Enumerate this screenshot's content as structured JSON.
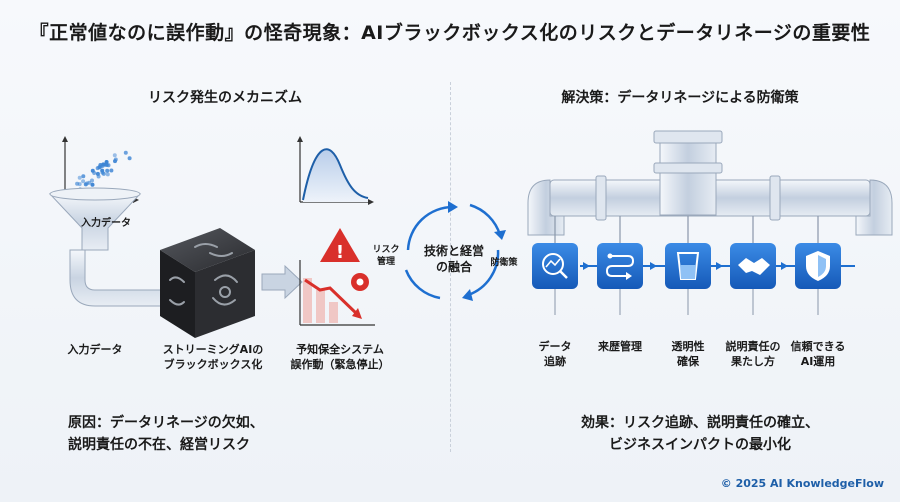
{
  "title": "『正常値なのに誤作動』の怪奇現象：AIブラックボックス化のリスクとデータリネージの重要性",
  "left": {
    "heading": "リスク発生のメカニズム",
    "funnel_label": "入力データ",
    "input_label": "入力データ",
    "blackbox_label_1": "ストリーミングAIの",
    "blackbox_label_2": "ブラックボックス化",
    "system_label_1": "予知保全システム",
    "system_label_2": "誤作動（緊急停止）",
    "cause_1": "原因：データリネージの欠如、",
    "cause_2": "説明責任の不在、経営リスク"
  },
  "cycle": {
    "center_1": "技術と経営",
    "center_2": "の融合",
    "left_1": "リスク",
    "left_2": "管理",
    "right": "防衛策"
  },
  "right": {
    "heading": "解決策：データリネージによる防衛策",
    "steps": [
      {
        "line1": "データ",
        "line2": "追跡",
        "icon": "magnifier-chart-icon"
      },
      {
        "line1": "来歴管理",
        "line2": "",
        "icon": "flow-path-icon"
      },
      {
        "line1": "透明性",
        "line2": "確保",
        "icon": "glass-icon"
      },
      {
        "line1": "説明責任の",
        "line2": "果たし方",
        "icon": "handshake-icon"
      },
      {
        "line1": "信頼できる",
        "line2": "AI運用",
        "icon": "shield-check-icon"
      }
    ],
    "effect_1": "効果：リスク追跡、説明責任の確立、",
    "effect_2": "ビジネスインパクトの最小化"
  },
  "copyright": "© 2025 AI KnowledgeFlow",
  "colors": {
    "accent_blue": "#1e6fd0",
    "alert_red": "#d9302b",
    "dark_cube": "#222326"
  }
}
